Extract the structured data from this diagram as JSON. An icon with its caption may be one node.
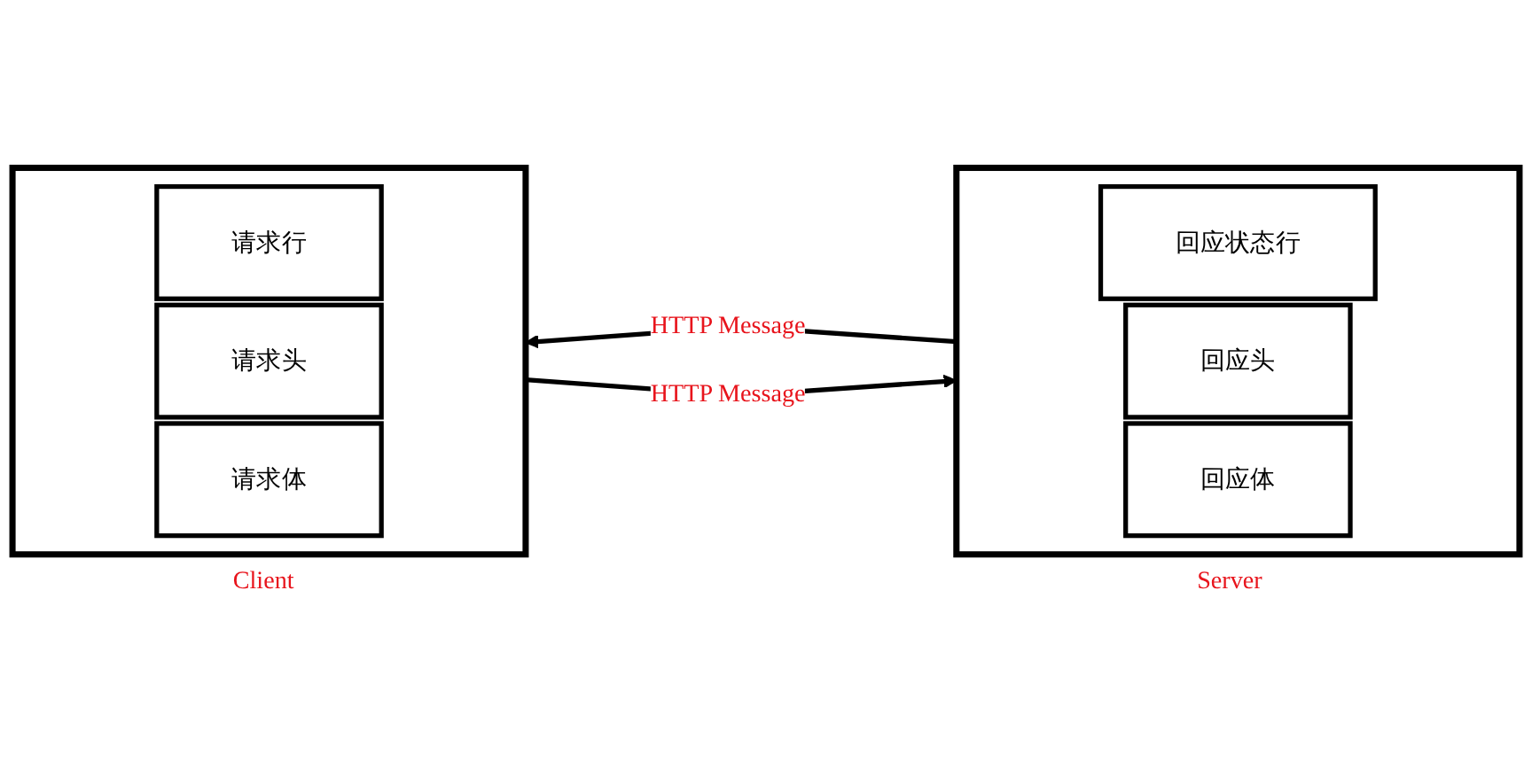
{
  "diagram": {
    "nodes": [
      {
        "text": [
          "Client"
        ]
      },
      {
        "text": [
          "请求行"
        ],
        "in": 0
      },
      {
        "text": [
          "请求头"
        ],
        "in": 0
      },
      {
        "text": [
          "请求体"
        ],
        "in": 0
      },
      {
        "text": [
          "Server"
        ]
      },
      {
        "text": [
          "回应状态行"
        ],
        "in": 4
      },
      {
        "text": [
          "回应头"
        ],
        "in": 4
      },
      {
        "text": [
          "回应体"
        ],
        "in": 4
      }
    ],
    "edges": [
      {
        "from": 0,
        "to": 4,
        "arrow": "to",
        "label": "HTTP Message"
      },
      {
        "from": 4,
        "to": 0,
        "arrow": "to",
        "label": "HTTP Message"
      }
    ]
  }
}
